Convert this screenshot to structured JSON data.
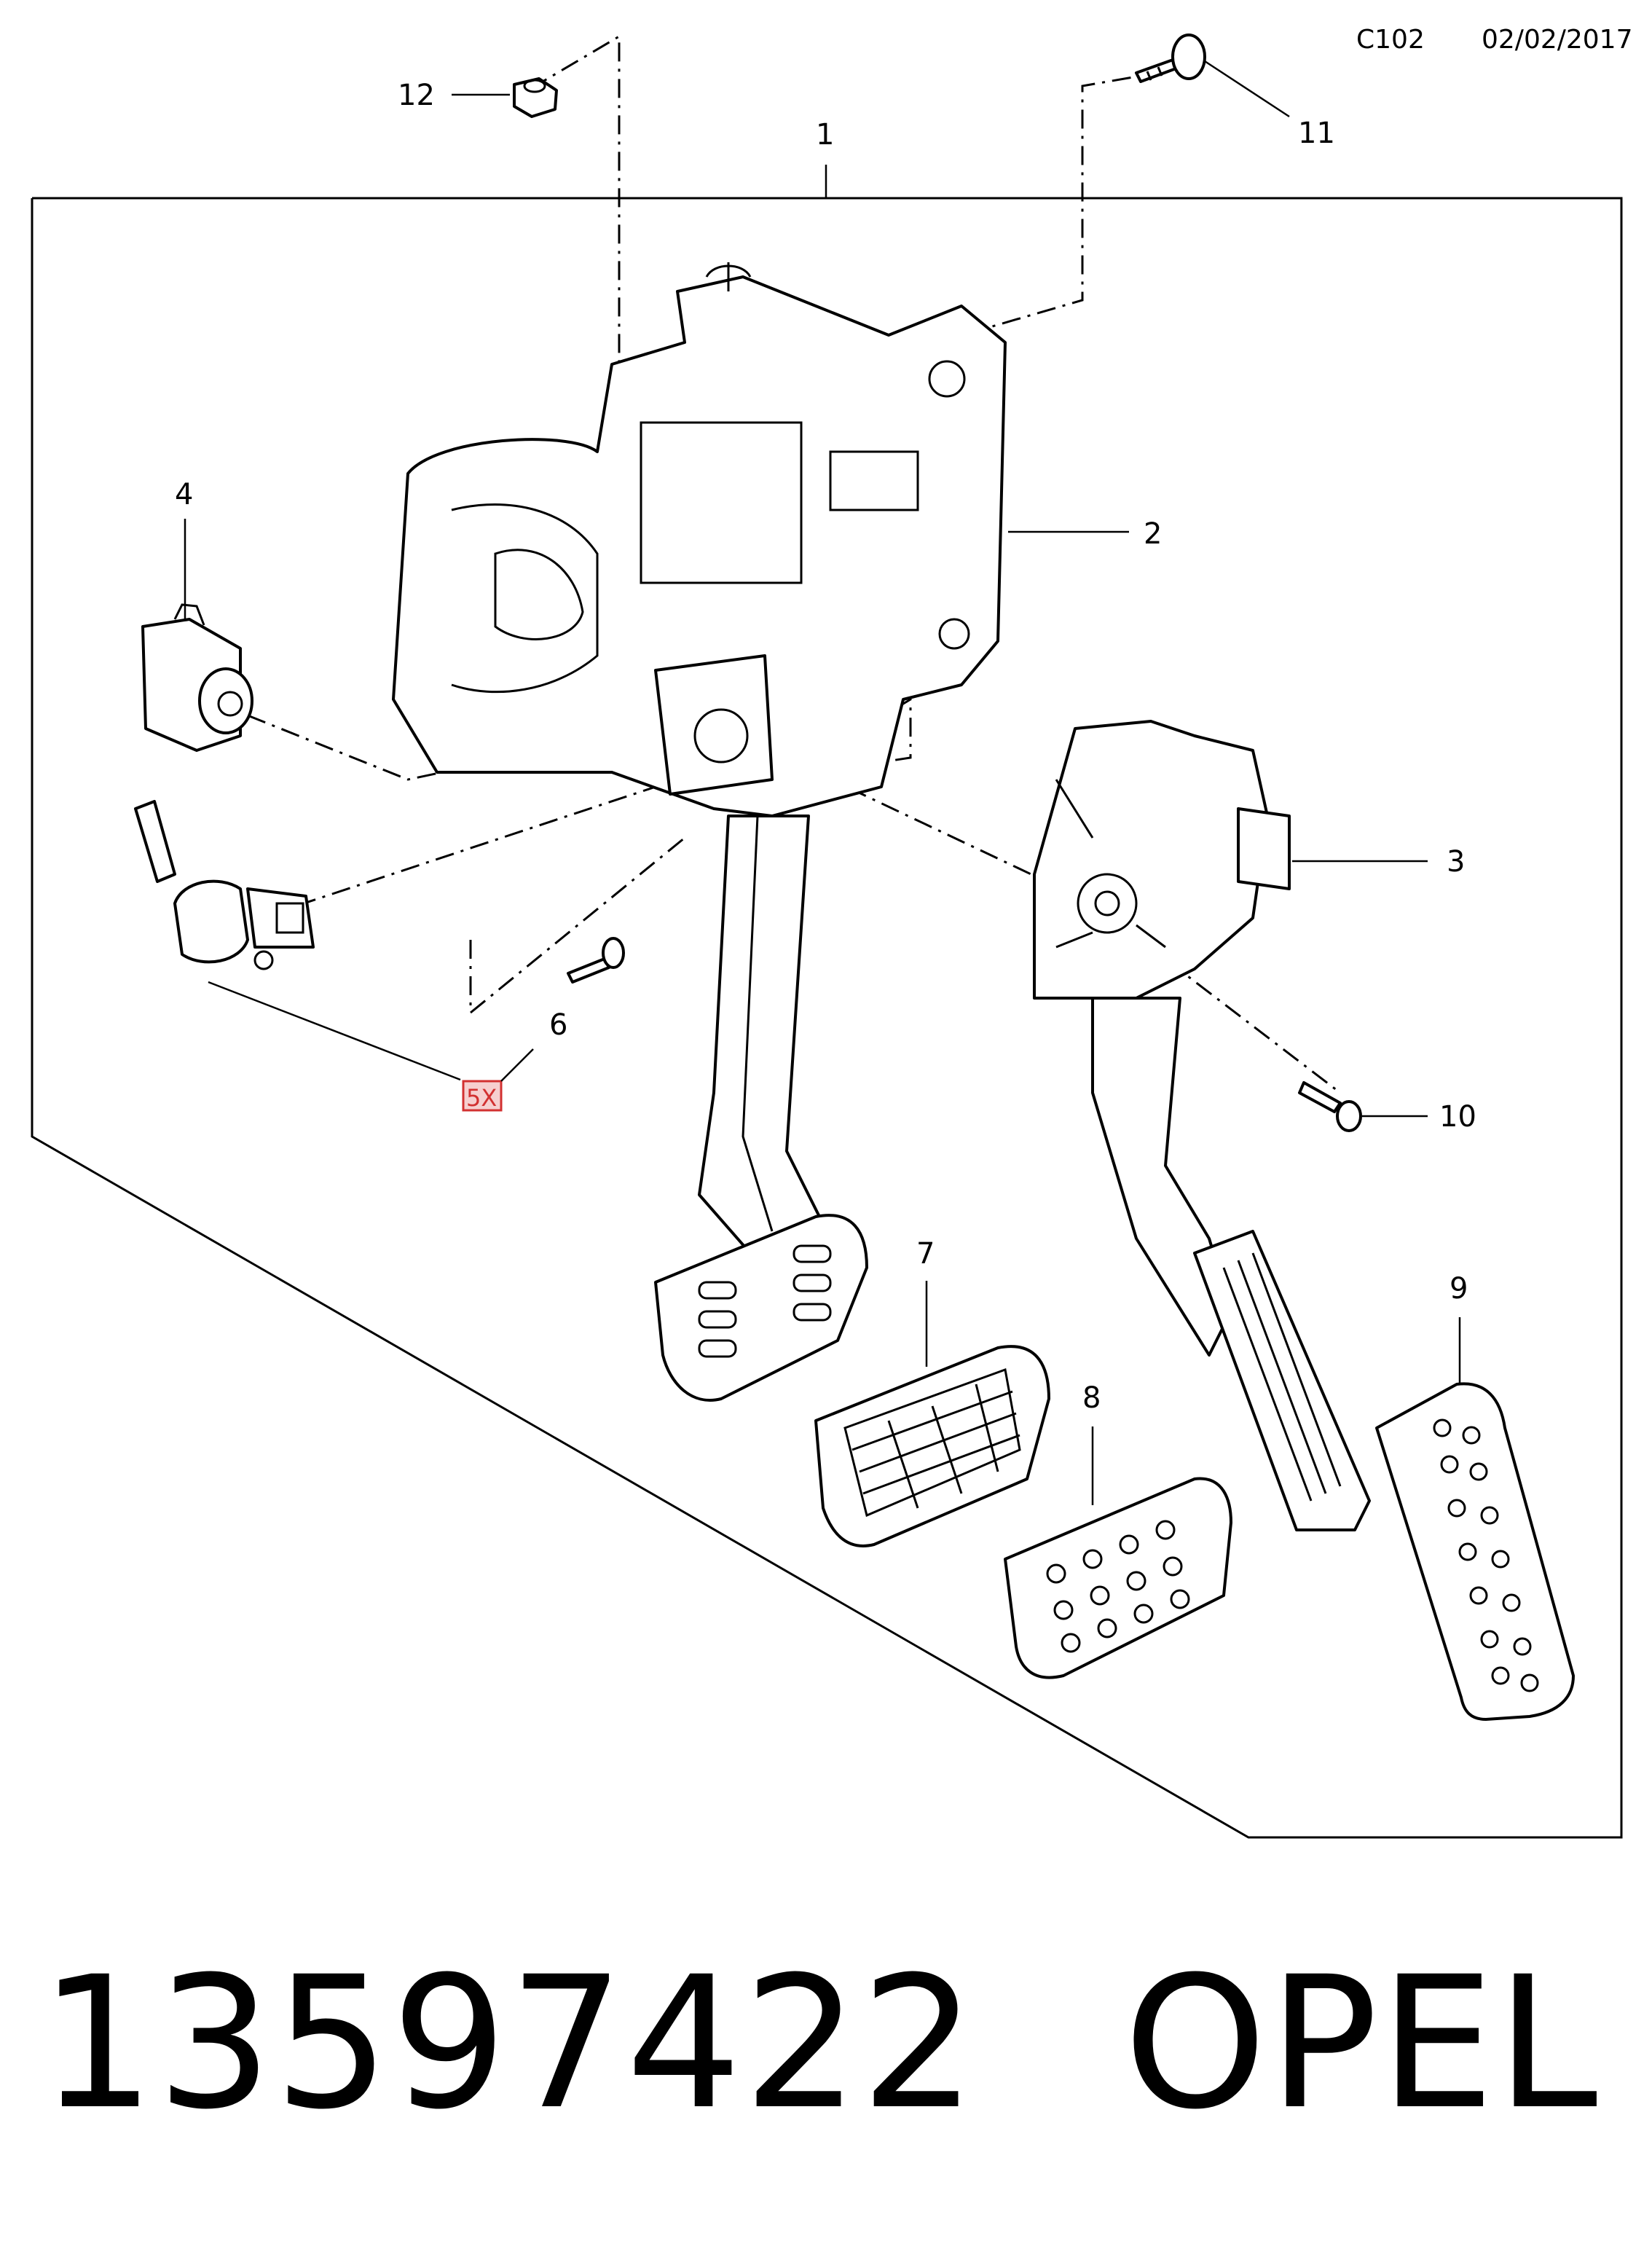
{
  "header": {
    "code": "C102",
    "date": "02/02/2017"
  },
  "callouts": {
    "c1": "1",
    "c2": "2",
    "c3": "3",
    "c4": "4",
    "c6": "6",
    "c7": "7",
    "c8": "8",
    "c9": "9",
    "c10": "10",
    "c11": "11",
    "c12": "12",
    "qty": "5X"
  },
  "footer": {
    "part_number": "13597422",
    "brand": "OPEL"
  },
  "colors": {
    "line": "#000000",
    "qty_box_fill": "#f6cfcf",
    "qty_box_stroke": "#d23030"
  }
}
